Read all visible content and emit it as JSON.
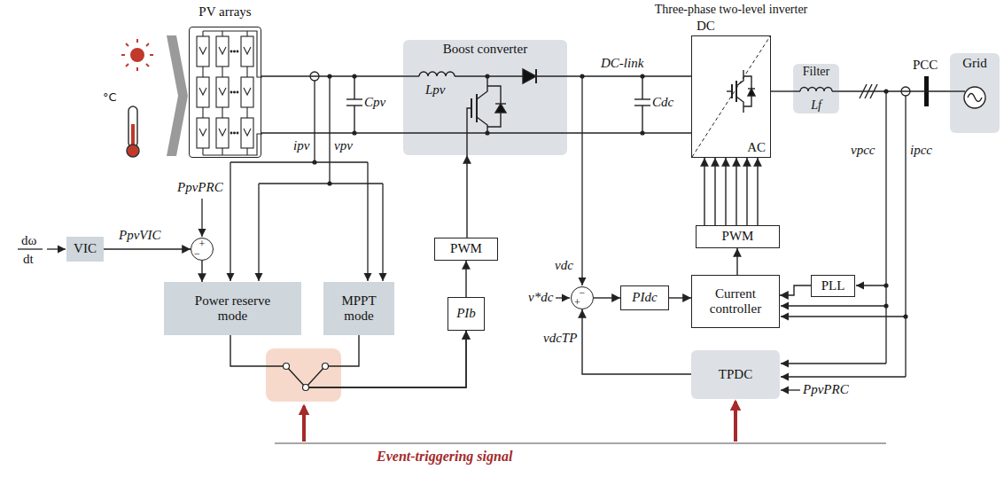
{
  "diagram": {
    "nodes": [
      {
        "text": [
          "PV arrays"
        ]
      },
      {
        "text": [
          "Boost converter"
        ]
      },
      {
        "text": [
          "Three-phase two-level inverter",
          "DC",
          "AC"
        ]
      },
      {
        "text": [
          "Filter",
          "Lf"
        ]
      },
      {
        "text": [
          "Grid"
        ]
      },
      {
        "text": [
          "VIC"
        ]
      },
      {
        "text": [
          "+",
          "−"
        ]
      },
      {
        "text": [
          "Power reserve mode"
        ]
      },
      {
        "text": [
          "MPPT mode"
        ]
      },
      {
        "text": [
          "PWM"
        ]
      },
      {
        "text": [
          "PIb"
        ]
      },
      {
        "text": [
          "−",
          "+"
        ]
      },
      {
        "text": [
          "PIdc"
        ]
      },
      {
        "text": [
          "PWM"
        ]
      },
      {
        "text": [
          "Current controller"
        ]
      },
      {
        "text": [
          "PLL"
        ]
      },
      {
        "text": [
          "TPDC"
        ]
      }
    ],
    "edges": [
      {
        "from": 5,
        "to": 6,
        "arrow": "to",
        "label": "PpvVIC"
      },
      {
        "from": 6,
        "to": 7,
        "arrow": "to"
      },
      {
        "from": 7,
        "to": 10,
        "arrow": "to"
      },
      {
        "from": 8,
        "to": 10,
        "arrow": "to"
      },
      {
        "from": 10,
        "to": 9,
        "arrow": "to"
      },
      {
        "from": 9,
        "to": 1,
        "arrow": "to"
      },
      {
        "from": 11,
        "to": 12,
        "arrow": "to"
      },
      {
        "from": 12,
        "to": 14,
        "arrow": "to"
      },
      {
        "from": 14,
        "to": 13,
        "arrow": "to"
      },
      {
        "from": 13,
        "to": 2,
        "arrow": "to"
      },
      {
        "from": 15,
        "to": 14,
        "arrow": "to"
      },
      {
        "from": 16,
        "to": 11,
        "arrow": "to",
        "label": "vdcTP"
      },
      {
        "from": 0,
        "to": 1,
        "arrow": "none"
      },
      {
        "from": 1,
        "to": 2,
        "arrow": "none"
      },
      {
        "from": 2,
        "to": 3,
        "arrow": "none"
      },
      {
        "from": 3,
        "to": 4,
        "arrow": "none"
      }
    ],
    "labels": [
      "dω",
      "dt",
      "PpvPRC",
      "ipv",
      "vpv",
      "Cpv",
      "Lpv",
      "DC-link",
      "Cdc",
      "vdc",
      "v*dc",
      "vpcc",
      "ipcc",
      "PCC",
      "PpvPRC",
      "Event-triggering signal",
      "°C"
    ]
  }
}
